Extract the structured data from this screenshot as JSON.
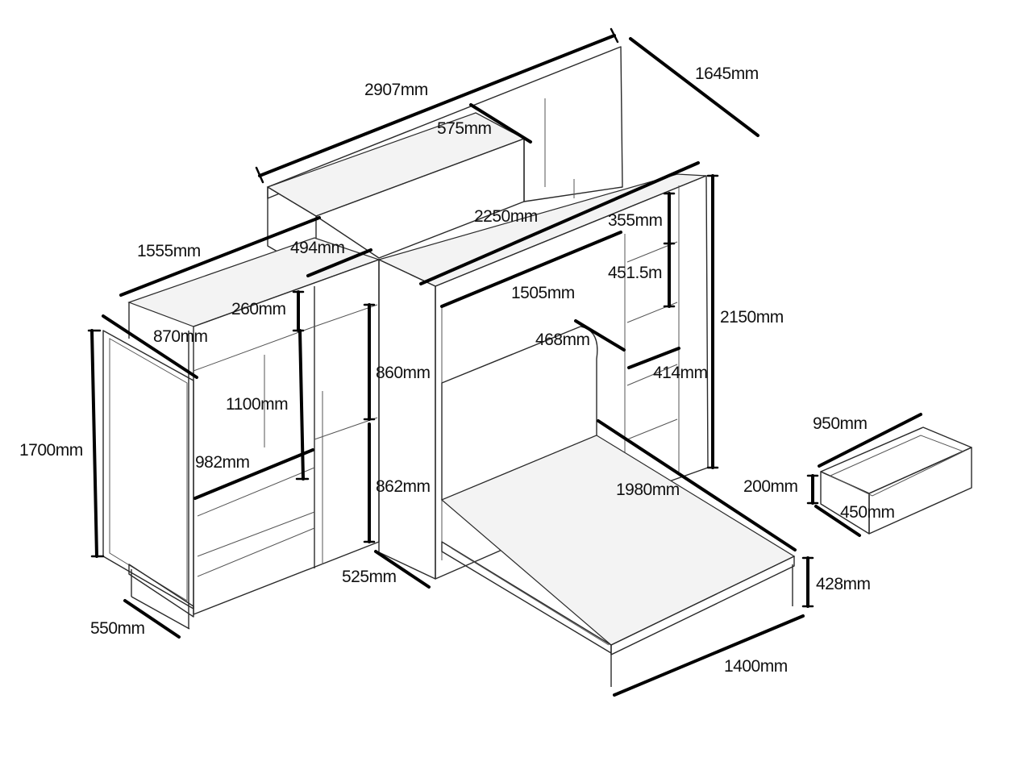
{
  "dimensions": {
    "overall_width": "2907mm",
    "overall_depth": "1645mm",
    "upper_cabinet_depth": "575mm",
    "bed_cabinet_width": "2250mm",
    "wardrobe_width": "1555mm",
    "shelf_unit_width": "494mm",
    "top_compartment_height": "260mm",
    "wardrobe_depth": "870mm",
    "hanging_height": "1100mm",
    "hanging_rail_width": "982mm",
    "door_height": "1700mm",
    "door_width": "550mm",
    "upper_shelf_height": "860mm",
    "lower_shelf_height": "862mm",
    "side_depth": "525mm",
    "inner_width": "1505mm",
    "headboard_depth": "468mm",
    "side_shelf_top_height": "355mm",
    "side_shelf_height": "451.5m",
    "side_shelf_depth": "414mm",
    "cabinet_height": "2150mm",
    "bed_length": "1980mm",
    "bed_width": "1400mm",
    "bed_height": "428mm",
    "drawer_width": "950mm",
    "drawer_height": "200mm",
    "drawer_depth": "450mm"
  }
}
